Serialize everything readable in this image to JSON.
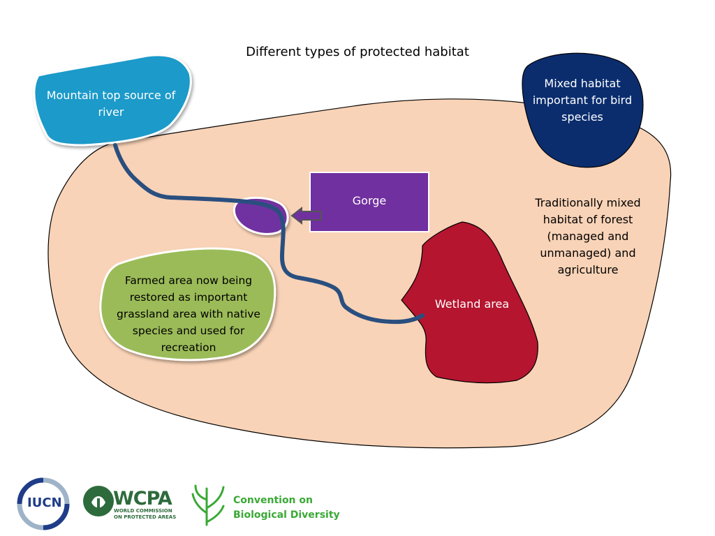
{
  "title": "Different types of protected habitat",
  "regions": {
    "mountain": "Mountain top  source of river",
    "bird": "Mixed habitat important  for bird species",
    "gorge": "Gorge",
    "traditional": "Traditionally mixed habitat of forest (managed and unmanaged) and agriculture",
    "wetland": "Wetland area",
    "farmed": "Farmed area now being restored as important grassland area with native species and used for recreation"
  },
  "logos": {
    "iucn": "IUCN",
    "wcpa_main": "WCPA",
    "wcpa_sub_1": "WORLD COMMISSION",
    "wcpa_sub_2": "ON PROTECTED AREAS",
    "cbd_line1": "Convention on",
    "cbd_line2": "Biological Diversity"
  },
  "colors": {
    "land": "#f9d3b7",
    "mountain": "#1a9ac9",
    "bird": "#0b2d6e",
    "gorge": "#7030a0",
    "wetland": "#b5152f",
    "farmed": "#9bbb59",
    "river": "#2a4f7f",
    "iucn_blue": "#1f3c88",
    "wcpa_green": "#2e6b3c",
    "cbd_green": "#3aa935"
  }
}
